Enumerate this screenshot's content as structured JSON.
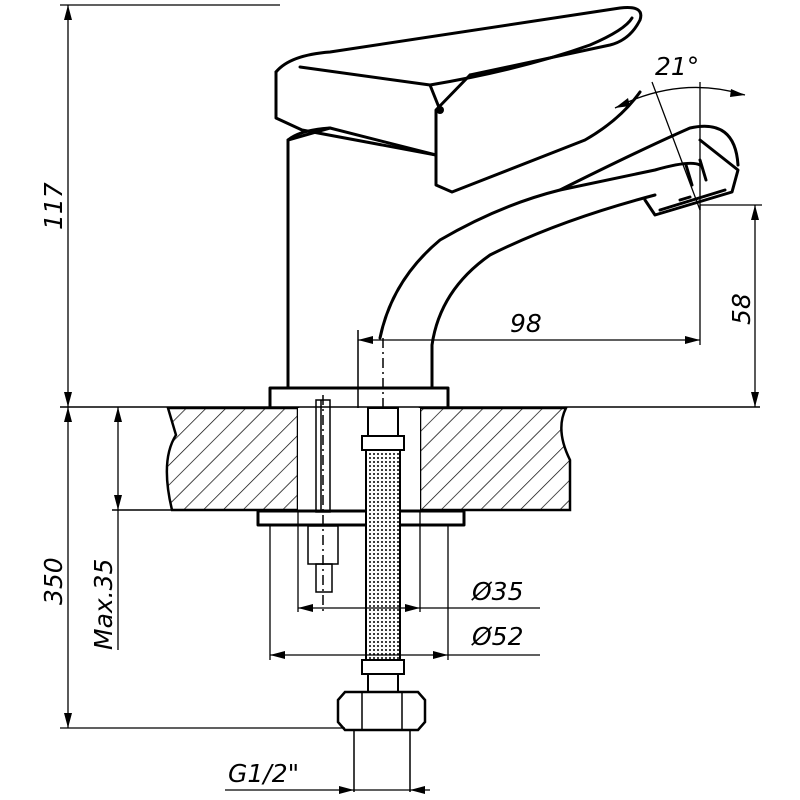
{
  "drawing": {
    "dimensions": {
      "height_above_counter": "117",
      "spout_height": "58",
      "spout_reach": "98",
      "spout_angle": "21°",
      "hose_length": "350",
      "max_counter_thickness": "Max.35",
      "mount_hole_diameter": "Ø35",
      "base_diameter": "Ø52",
      "connection_thread": "G1/2\""
    }
  }
}
